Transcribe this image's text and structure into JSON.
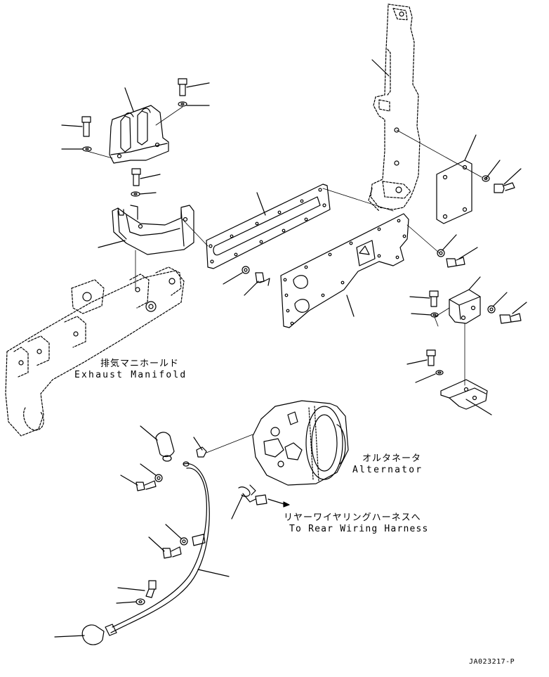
{
  "labels": {
    "exhaust_manifold_jp": "排気マニホールド",
    "exhaust_manifold_en": "Exhaust Manifold",
    "alternator_jp": "オルタネータ",
    "alternator_en": "Alternator",
    "harness_jp": "リヤーワイヤリングハーネスへ",
    "harness_en": "To Rear Wiring Harness",
    "drawing_number": "JA023217-P"
  },
  "colors": {
    "line": "#000000",
    "background": "#ffffff"
  }
}
